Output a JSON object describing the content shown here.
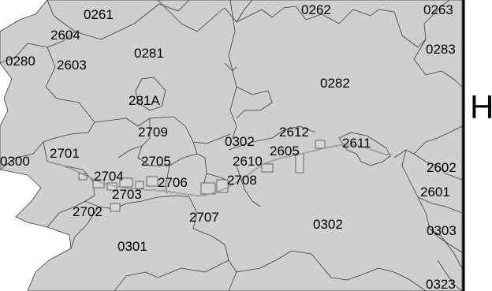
{
  "map": {
    "regions": [
      {
        "code": "0261"
      },
      {
        "code": "0262"
      },
      {
        "code": "0263"
      },
      {
        "code": "2604"
      },
      {
        "code": "0280"
      },
      {
        "code": "2603"
      },
      {
        "code": "0281"
      },
      {
        "code": "0283"
      },
      {
        "code": "0282"
      },
      {
        "code": "281A"
      },
      {
        "code": "2709"
      },
      {
        "code": "2612"
      },
      {
        "code": "0302"
      },
      {
        "code": "2605"
      },
      {
        "code": "2611"
      },
      {
        "code": "2701"
      },
      {
        "code": "0300"
      },
      {
        "code": "2705"
      },
      {
        "code": "2610"
      },
      {
        "code": "2704"
      },
      {
        "code": "2706"
      },
      {
        "code": "2708"
      },
      {
        "code": "2602"
      },
      {
        "code": "2703"
      },
      {
        "code": "2601"
      },
      {
        "code": "2702"
      },
      {
        "code": "2707"
      },
      {
        "code": "0302"
      },
      {
        "code": "0303"
      },
      {
        "code": "0301"
      },
      {
        "code": "0323"
      }
    ],
    "edge_letter": "H",
    "colors": {
      "region_fill": "#cfcfcf",
      "boundary": "#3a3a3a",
      "background": "#ffffff",
      "text": "#000000"
    }
  }
}
